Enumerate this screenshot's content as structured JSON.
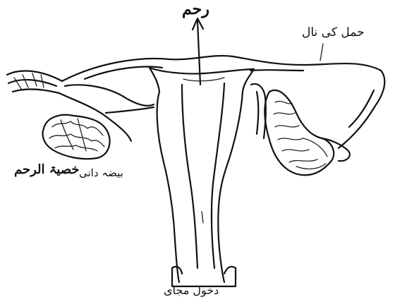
{
  "diagram": {
    "labels": {
      "uterus": "رحم",
      "fallopian_tube": "حمل کی نال",
      "ovary_urdu": "بیضہ دانی",
      "ovary_arabic": "خصیۃ الرحم",
      "vagina": "دخول مجای"
    }
  }
}
